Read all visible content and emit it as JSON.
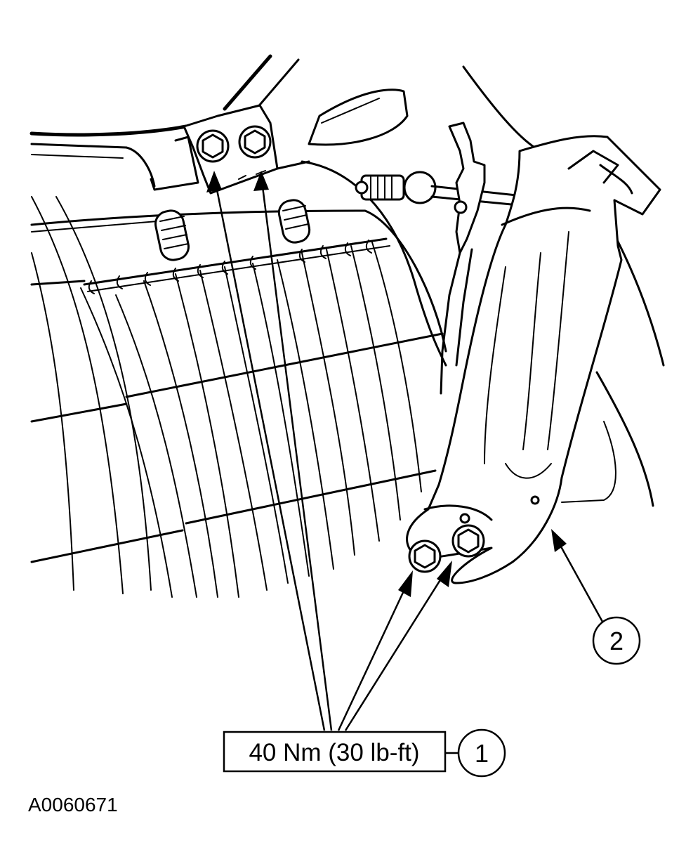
{
  "figure_id": "A0060671",
  "callouts": [
    {
      "number": "1",
      "label": "40 Nm (30 lb-ft)"
    },
    {
      "number": "2",
      "label": ""
    }
  ]
}
